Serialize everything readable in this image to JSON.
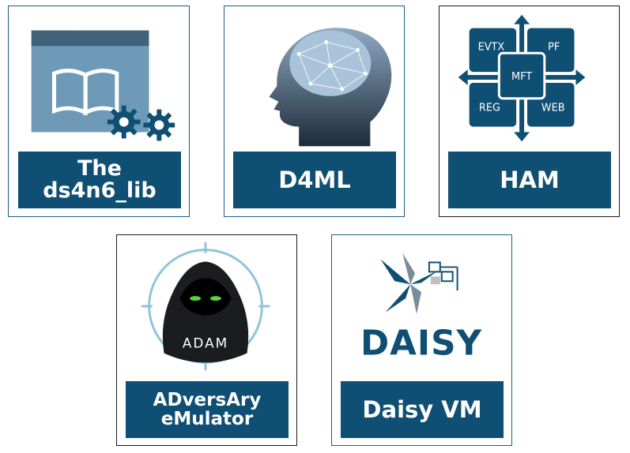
{
  "cards": [
    {
      "label_lines": [
        "The",
        "ds4n6_lib"
      ],
      "icon": "folder-book-gears-icon"
    },
    {
      "label_lines": [
        "D4ML"
      ],
      "icon": "brain-head-icon"
    },
    {
      "label_lines": [
        "HAM"
      ],
      "icon": "artifact-grid-icon",
      "tiles": [
        "EVTX",
        "PF",
        "REG",
        "WEB"
      ],
      "center": "MFT"
    },
    {
      "label_lines": [
        "ADversAry",
        "eMulator"
      ],
      "icon": "adam-hooded-figure-icon",
      "logo_text": "ADAM"
    },
    {
      "label_lines": [
        "Daisy VM"
      ],
      "icon": "daisy-logo-icon",
      "logo_text": "DAISY"
    }
  ],
  "colors": {
    "label_bg": "#0f4f73",
    "accent": "#1d5f82",
    "ring": "#8fc4dc",
    "eyes": "#5cd23a"
  }
}
